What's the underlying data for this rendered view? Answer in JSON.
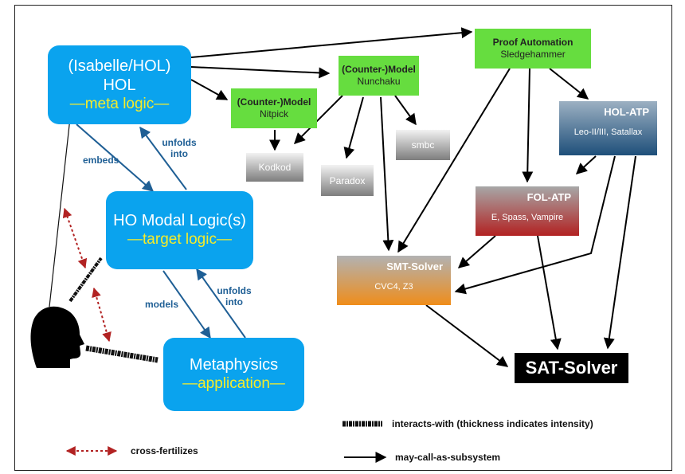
{
  "nodes": {
    "hol": {
      "line1": "(Isabelle/HOL)",
      "line2": "HOL",
      "line3": "—meta logic—"
    },
    "homl": {
      "line1": "HO Modal Logic(s)",
      "line2": "—target logic—"
    },
    "meta": {
      "line1": "Metaphysics",
      "line2": "—application—"
    },
    "proof_auto": {
      "title": "Proof Automation",
      "sub": "Sledgehammer"
    },
    "nunchaku": {
      "title": "(Counter-)Model",
      "sub": "Nunchaku"
    },
    "nitpick": {
      "title": "(Counter-)Model",
      "sub": "Nitpick"
    },
    "kodkod": "Kodkod",
    "paradox": "Paradox",
    "smbc": "smbc",
    "hol_atp": {
      "title": "HOL-ATP",
      "sub": "Leo-II/III, Satallax"
    },
    "fol_atp": {
      "title": "FOL-ATP",
      "sub": "E, Spass, Vampire"
    },
    "smt": {
      "title": "SMT-Solver",
      "sub": "CVC4, Z3"
    },
    "sat": "SAT-Solver"
  },
  "edge_labels": {
    "embeds": "embeds",
    "unfolds1": "unfolds into",
    "models": "models",
    "unfolds2": "unfolds into"
  },
  "legend": {
    "interacts": "interacts-with (thickness indicates intensity)",
    "cross": "cross-fertilizes",
    "call": "may-call-as-subsystem"
  },
  "colors": {
    "blue_box": "#0aa3ee",
    "green_box": "#66dd3f",
    "edge_blue": "#1f5f95",
    "cross_red": "#b22222",
    "yellow_text": "#f5ec2a"
  }
}
